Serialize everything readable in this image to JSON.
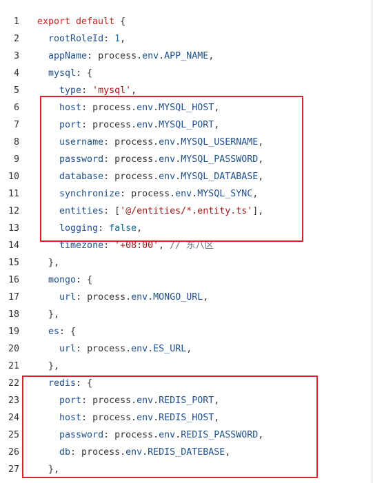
{
  "code_lines": [
    {
      "num": "1",
      "tokens": [
        [
          "kw",
          "export default "
        ],
        [
          "pn",
          "{"
        ]
      ]
    },
    {
      "num": "2",
      "tokens": [
        [
          "pn",
          "  "
        ],
        [
          "prop",
          "rootRoleId"
        ],
        [
          "pn",
          ": "
        ],
        [
          "num",
          "1"
        ],
        [
          "pn",
          ","
        ]
      ]
    },
    {
      "num": "3",
      "tokens": [
        [
          "pn",
          "  "
        ],
        [
          "prop",
          "appName"
        ],
        [
          "pn",
          ": process."
        ],
        [
          "env",
          "env"
        ],
        [
          "pn",
          "."
        ],
        [
          "env",
          "APP_NAME"
        ],
        [
          "pn",
          ","
        ]
      ]
    },
    {
      "num": "4",
      "tokens": [
        [
          "pn",
          "  "
        ],
        [
          "prop",
          "mysql"
        ],
        [
          "pn",
          ": {"
        ]
      ]
    },
    {
      "num": "5",
      "tokens": [
        [
          "pn",
          "    "
        ],
        [
          "prop",
          "type"
        ],
        [
          "pn",
          ": "
        ],
        [
          "str",
          "'mysql'"
        ],
        [
          "pn",
          ","
        ]
      ]
    },
    {
      "num": "6",
      "tokens": [
        [
          "pn",
          "    "
        ],
        [
          "prop",
          "host"
        ],
        [
          "pn",
          ": process."
        ],
        [
          "env",
          "env"
        ],
        [
          "pn",
          "."
        ],
        [
          "env",
          "MYSQL_HOST"
        ],
        [
          "pn",
          ","
        ]
      ]
    },
    {
      "num": "7",
      "tokens": [
        [
          "pn",
          "    "
        ],
        [
          "prop",
          "port"
        ],
        [
          "pn",
          ": process."
        ],
        [
          "env",
          "env"
        ],
        [
          "pn",
          "."
        ],
        [
          "env",
          "MYSQL_PORT"
        ],
        [
          "pn",
          ","
        ]
      ]
    },
    {
      "num": "8",
      "tokens": [
        [
          "pn",
          "    "
        ],
        [
          "prop",
          "username"
        ],
        [
          "pn",
          ": process."
        ],
        [
          "env",
          "env"
        ],
        [
          "pn",
          "."
        ],
        [
          "env",
          "MYSQL_USERNAME"
        ],
        [
          "pn",
          ","
        ]
      ]
    },
    {
      "num": "9",
      "tokens": [
        [
          "pn",
          "    "
        ],
        [
          "prop",
          "password"
        ],
        [
          "pn",
          ": process."
        ],
        [
          "env",
          "env"
        ],
        [
          "pn",
          "."
        ],
        [
          "env",
          "MYSQL_PASSWORD"
        ],
        [
          "pn",
          ","
        ]
      ]
    },
    {
      "num": "10",
      "tokens": [
        [
          "pn",
          "    "
        ],
        [
          "prop",
          "database"
        ],
        [
          "pn",
          ": process."
        ],
        [
          "env",
          "env"
        ],
        [
          "pn",
          "."
        ],
        [
          "env",
          "MYSQL_DATABASE"
        ],
        [
          "pn",
          ","
        ]
      ]
    },
    {
      "num": "11",
      "tokens": [
        [
          "pn",
          "    "
        ],
        [
          "prop",
          "synchronize"
        ],
        [
          "pn",
          ": process."
        ],
        [
          "env",
          "env"
        ],
        [
          "pn",
          "."
        ],
        [
          "env",
          "MYSQL_SYNC"
        ],
        [
          "pn",
          ","
        ]
      ]
    },
    {
      "num": "12",
      "tokens": [
        [
          "pn",
          "    "
        ],
        [
          "prop",
          "entities"
        ],
        [
          "pn",
          ": ["
        ],
        [
          "str",
          "'@/entities/*.entity.ts'"
        ],
        [
          "pn",
          "],"
        ]
      ]
    },
    {
      "num": "13",
      "tokens": [
        [
          "pn",
          "    "
        ],
        [
          "prop",
          "logging"
        ],
        [
          "pn",
          ": "
        ],
        [
          "bool",
          "false"
        ],
        [
          "pn",
          ","
        ]
      ]
    },
    {
      "num": "14",
      "tokens": [
        [
          "pn",
          "    "
        ],
        [
          "prop",
          "timezone"
        ],
        [
          "pn",
          ": "
        ],
        [
          "str",
          "'+08:00'"
        ],
        [
          "pn",
          ", "
        ],
        [
          "cm",
          "// 东八区"
        ]
      ]
    },
    {
      "num": "15",
      "tokens": [
        [
          "pn",
          "  },"
        ]
      ]
    },
    {
      "num": "16",
      "tokens": [
        [
          "pn",
          "  "
        ],
        [
          "prop",
          "mongo"
        ],
        [
          "pn",
          ": {"
        ]
      ]
    },
    {
      "num": "17",
      "tokens": [
        [
          "pn",
          "    "
        ],
        [
          "prop",
          "url"
        ],
        [
          "pn",
          ": process."
        ],
        [
          "env",
          "env"
        ],
        [
          "pn",
          "."
        ],
        [
          "env",
          "MONGO_URL"
        ],
        [
          "pn",
          ","
        ]
      ]
    },
    {
      "num": "18",
      "tokens": [
        [
          "pn",
          "  },"
        ]
      ]
    },
    {
      "num": "19",
      "tokens": [
        [
          "pn",
          "  "
        ],
        [
          "prop",
          "es"
        ],
        [
          "pn",
          ": {"
        ]
      ]
    },
    {
      "num": "20",
      "tokens": [
        [
          "pn",
          "    "
        ],
        [
          "prop",
          "url"
        ],
        [
          "pn",
          ": process."
        ],
        [
          "env",
          "env"
        ],
        [
          "pn",
          "."
        ],
        [
          "env",
          "ES_URL"
        ],
        [
          "pn",
          ","
        ]
      ]
    },
    {
      "num": "21",
      "tokens": [
        [
          "pn",
          "  },"
        ]
      ]
    },
    {
      "num": "22",
      "tokens": [
        [
          "pn",
          "  "
        ],
        [
          "prop",
          "redis"
        ],
        [
          "pn",
          ": {"
        ]
      ]
    },
    {
      "num": "23",
      "tokens": [
        [
          "pn",
          "    "
        ],
        [
          "prop",
          "port"
        ],
        [
          "pn",
          ": process."
        ],
        [
          "env",
          "env"
        ],
        [
          "pn",
          "."
        ],
        [
          "env",
          "REDIS_PORT"
        ],
        [
          "pn",
          ","
        ]
      ]
    },
    {
      "num": "24",
      "tokens": [
        [
          "pn",
          "    "
        ],
        [
          "prop",
          "host"
        ],
        [
          "pn",
          ": process."
        ],
        [
          "env",
          "env"
        ],
        [
          "pn",
          "."
        ],
        [
          "env",
          "REDIS_HOST"
        ],
        [
          "pn",
          ","
        ]
      ]
    },
    {
      "num": "25",
      "tokens": [
        [
          "pn",
          "    "
        ],
        [
          "prop",
          "password"
        ],
        [
          "pn",
          ": process."
        ],
        [
          "env",
          "env"
        ],
        [
          "pn",
          "."
        ],
        [
          "env",
          "REDIS_PASSWORD"
        ],
        [
          "pn",
          ","
        ]
      ]
    },
    {
      "num": "26",
      "tokens": [
        [
          "pn",
          "    "
        ],
        [
          "prop",
          "db"
        ],
        [
          "pn",
          ": process."
        ],
        [
          "env",
          "env"
        ],
        [
          "pn",
          "."
        ],
        [
          "env",
          "REDIS_DATEBASE"
        ],
        [
          "pn",
          ","
        ]
      ]
    },
    {
      "num": "27",
      "tokens": [
        [
          "pn",
          "  },"
        ]
      ]
    }
  ],
  "highlight_color": "#d9232d"
}
